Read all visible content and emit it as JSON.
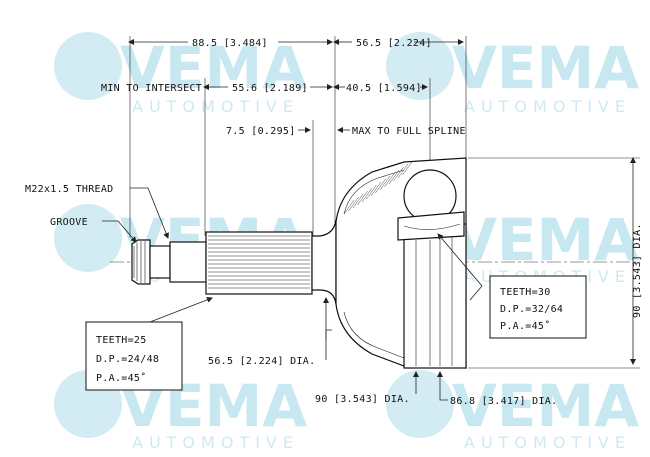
{
  "watermark": {
    "brand": "VEMA",
    "sub": "AUTOMOTIVE",
    "color": "#c7e7f1"
  },
  "dimensions": {
    "overall_left": "88.5 [3.484]",
    "overall_right": "56.5 [2.224]",
    "min_to_intersect": "MIN TO INTERSECT",
    "min_value": "55.6 [2.189]",
    "spline_right": "40.5 [1.594]",
    "small_offset": "7.5 [0.295]",
    "max_to_full_spline": "MAX TO FULL SPLINE",
    "thread": "M22x1.5 THREAD",
    "groove": "GROOVE",
    "shaft_dia": "56.5 [2.224] DIA.",
    "body_dia_bottom": "90 [3.543] DIA.",
    "inner_dia": "86.8 [3.417] DIA.",
    "body_dia_right": "90 [3.543] DIA."
  },
  "spec_left": {
    "teeth": "TEETH=25",
    "dp": "D.P.=24/48",
    "pa": "P.A.=45˚"
  },
  "spec_right": {
    "teeth": "TEETH=30",
    "dp": "D.P.=32/64",
    "pa": "P.A.=45˚"
  }
}
